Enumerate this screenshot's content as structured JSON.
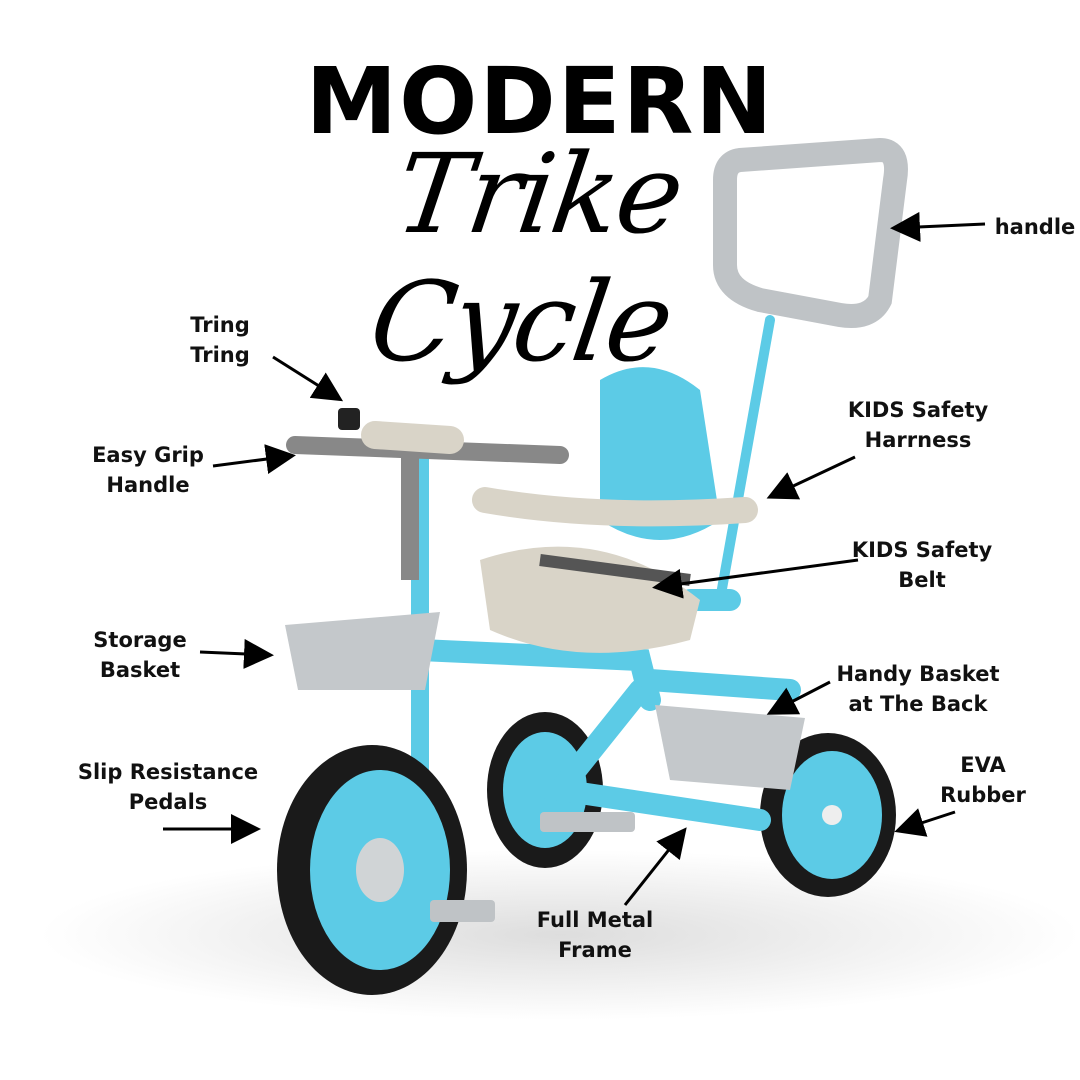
{
  "title": {
    "line1": "MODERN",
    "line2": "Trike Cycle"
  },
  "labels": {
    "handle": "handle",
    "bell": [
      "Tring",
      "Tring"
    ],
    "grip": [
      "Easy Grip",
      "Handle"
    ],
    "harness": [
      "KIDS Safety",
      "Harrness"
    ],
    "belt": [
      "KIDS Safety",
      "Belt"
    ],
    "storage": [
      "Storage",
      "Basket"
    ],
    "back_basket": [
      "Handy Basket",
      "at The Back"
    ],
    "eva": [
      "EVA",
      "Rubber"
    ],
    "pedals": [
      "Slip Resistance",
      "Pedals"
    ],
    "frame": [
      "Full Metal",
      "Frame"
    ]
  },
  "colors": {
    "frame": "#5ccbe6",
    "grey": "#bfc3c6",
    "tyre": "#1a1a1a",
    "seat": "#d9d4c8"
  }
}
